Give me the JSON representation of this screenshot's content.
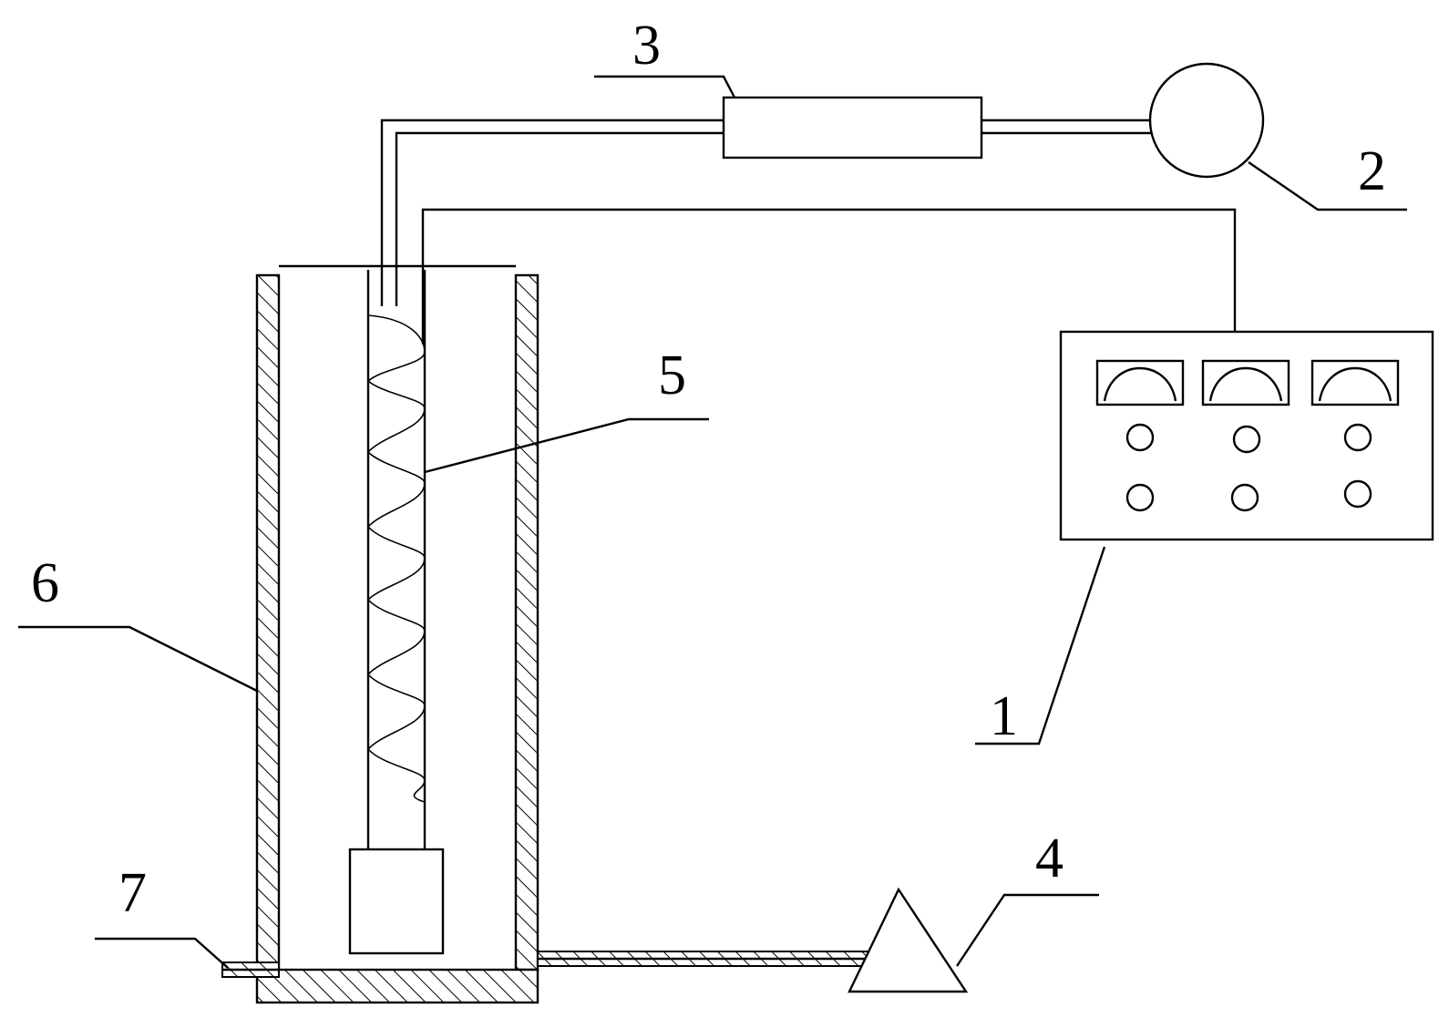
{
  "diagram": {
    "labels": {
      "control_box": "1",
      "pump_gauge": "2",
      "component_3": "3",
      "sensor_4": "4",
      "coil_5": "5",
      "vessel_6": "6",
      "pipe_7": "7"
    },
    "colors": {
      "line": "#000000",
      "background": "#ffffff"
    }
  }
}
